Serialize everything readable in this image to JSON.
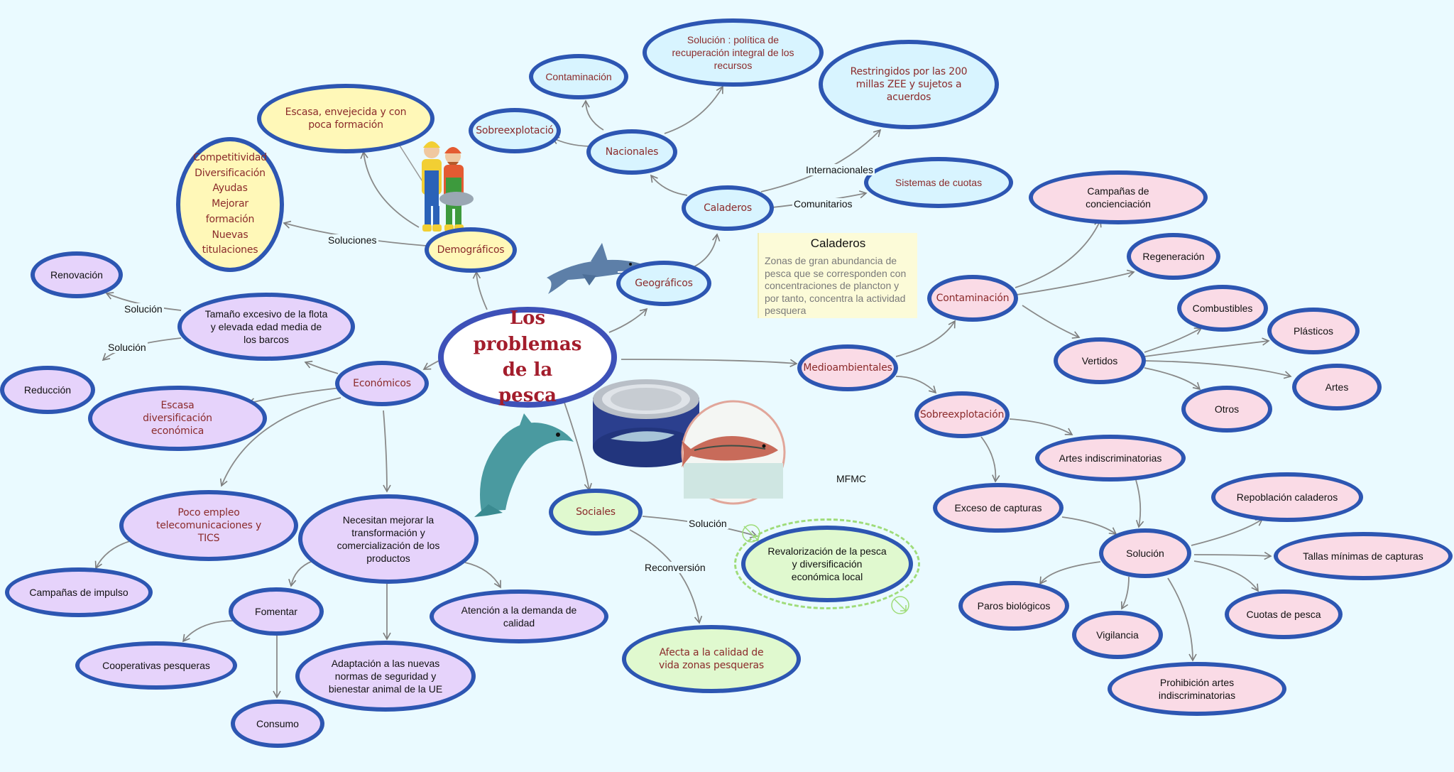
{
  "center": "Los problemas de la pesca",
  "watermark": "MFMC",
  "nodes": {
    "demograficos": "Demográficos",
    "escasa_envejecida": "Escasa, envejecida y con poca formación",
    "soluciones_dem": "Competitividad Diversificación Ayudas Mejorar formación Nuevas titulaciones",
    "geograficos": "Geográficos",
    "caladeros": "Caladeros",
    "nacionales": "Nacionales",
    "sobreexplotacio": "Sobreexplotació",
    "contaminacion_nac": "Contaminación",
    "solucion_politica": "Solución : política de recuperación integral de los recursos",
    "restringidos": "Restringidos por las 200 millas ZEE y sujetos a acuerdos",
    "sistemas_cuotas": "Sistemas de cuotas",
    "economicos": "Económicos",
    "tamano_flota": "Tamaño excesivo de la flota y elevada edad media de los barcos",
    "renovacion": "Renovación",
    "reduccion": "Reducción",
    "escasa_diversificacion": "Escasa diversificación económica",
    "poco_empleo": "Poco empleo telecomunicaciones y TICS",
    "campanas_impulso": "Campañas de impulso",
    "necesitan_mejorar": "Necesitan mejorar la transformación y comercialización de los productos",
    "fomentar": "Fomentar",
    "cooperativas": "Cooperativas pesqueras",
    "consumo": "Consumo",
    "adaptacion": "Adaptación a las nuevas normas  de seguridad y bienestar animal de la UE",
    "atencion_demanda": "Atención a la demanda de calidad",
    "sociales": "Sociales",
    "revalorizacion": "Revalorización de la pesca y diversificación económica local",
    "afecta_calidad": "Afecta a la calidad de vida zonas pesqueras",
    "medioambientales": "Medioambientales",
    "contaminacion_med": "Contaminación",
    "campanas_concienciacion": "Campañas de concienciación",
    "regeneracion": "Regeneración",
    "vertidos": "Vertidos",
    "combustibles": "Combustibles",
    "plasticos": "Plásticos",
    "artes": "Artes",
    "otros": "Otros",
    "sobreexplotacion_med": "Sobreexplotación",
    "artes_indiscriminatorias": "Artes indiscriminatorias",
    "exceso_capturas": "Exceso de capturas",
    "solucion_med": "Solución",
    "repoblacion": "Repoblación caladeros",
    "tallas_minimas": "Tallas mínimas de capturas",
    "cuotas_pesca": "Cuotas de pesca",
    "paros_biologicos": "Paros biológicos",
    "vigilancia": "Vigilancia",
    "prohibicion_artes": "Prohibición artes indiscriminatorias"
  },
  "edge_labels": {
    "soluciones": "Soluciones",
    "internacionales": "Internacionales",
    "comunitarios": "Comunitarios",
    "solucion_1": "Solución",
    "solucion_2": "Solución",
    "solucion_soc": "Solución",
    "reconversion": "Reconversión"
  },
  "note": {
    "title": "Caladeros",
    "body": "Zonas de gran abundancia de pesca que se corresponden con concentraciones de plancton y por tanto, concentra la actividad pesquera"
  },
  "colors": {
    "border": "#2d56b2",
    "background": "#eafaff",
    "yellow": "#fff8b8",
    "blue": "#d8f4ff",
    "purple": "#e6d3fb",
    "pink": "#fadbe6",
    "green": "#e0f9cf",
    "text_red": "#8b2b2b"
  },
  "icons": [
    "fishermen-icon",
    "shark-icon",
    "dolphin-icon",
    "tuna-can-icon",
    "salmon-icon",
    "sticker-icon"
  ]
}
